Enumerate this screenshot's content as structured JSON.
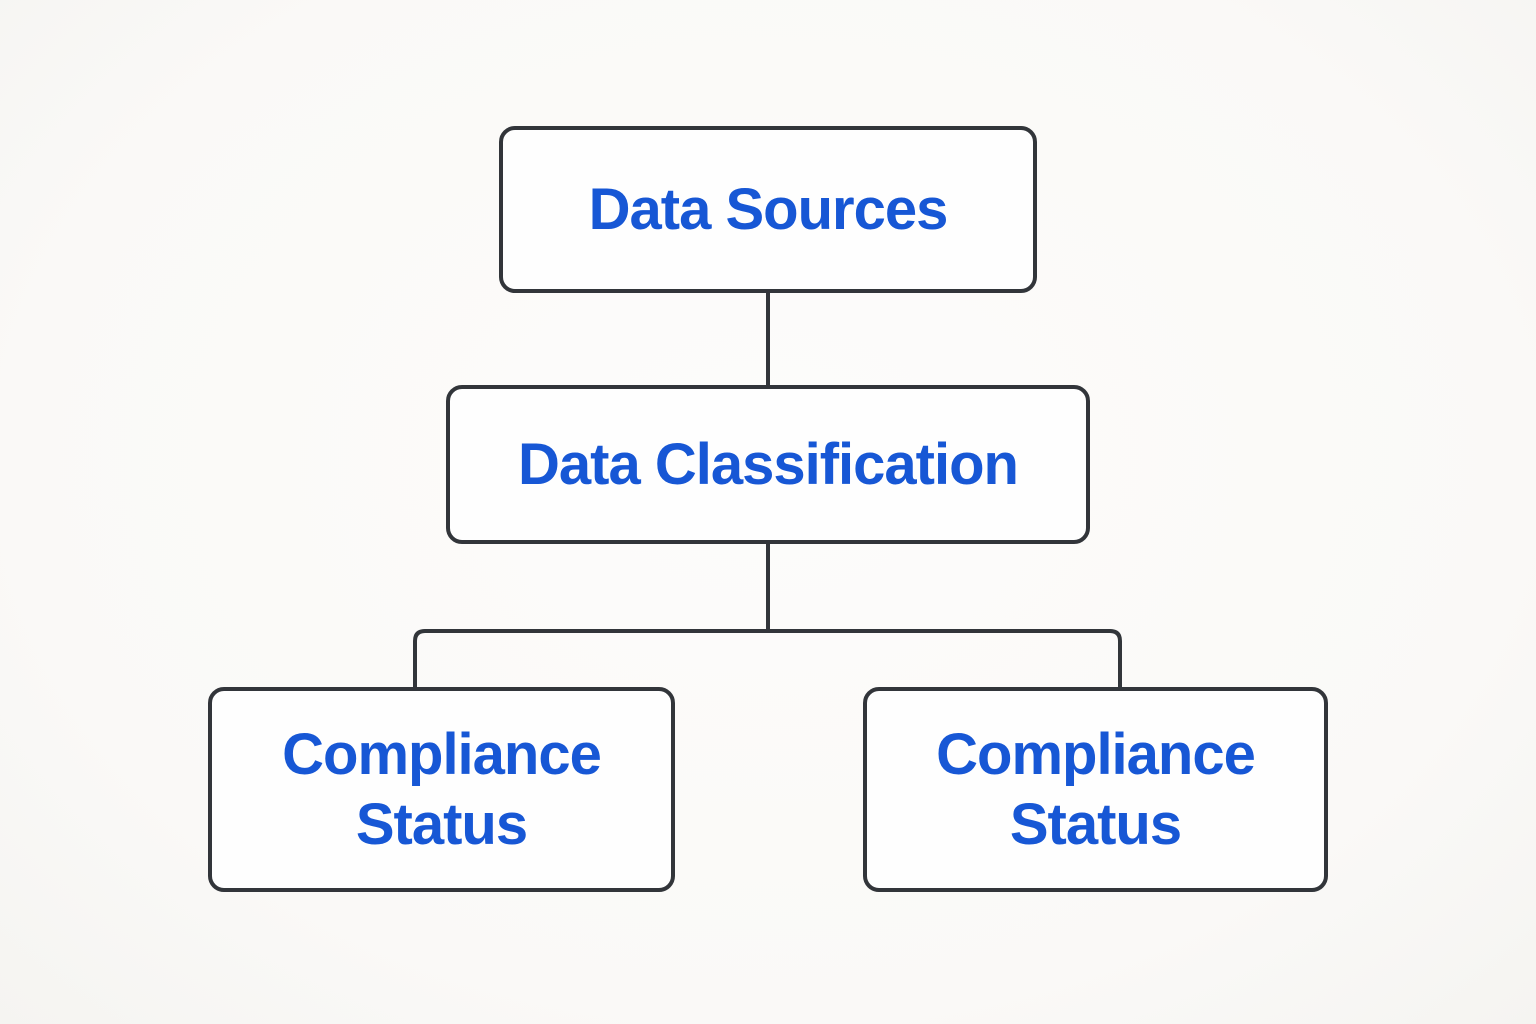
{
  "diagram": {
    "type": "flowchart",
    "nodes": [
      {
        "id": "data-sources",
        "label": "Data Sources",
        "level": 1
      },
      {
        "id": "data-classification",
        "label": "Data Classification",
        "level": 2
      },
      {
        "id": "compliance-status-left",
        "label": "Compliance Status",
        "level": 3
      },
      {
        "id": "compliance-status-right",
        "label": "Compliance Status",
        "level": 3
      }
    ],
    "edges": [
      {
        "from": "data-sources",
        "to": "data-classification"
      },
      {
        "from": "data-classification",
        "to": "compliance-status-left"
      },
      {
        "from": "data-classification",
        "to": "compliance-status-right"
      }
    ],
    "colors": {
      "label": "#1757d5",
      "node_border": "#32353a",
      "connector": "#32353a",
      "node_fill": "#fefefe",
      "background": "#faf9f7"
    }
  }
}
